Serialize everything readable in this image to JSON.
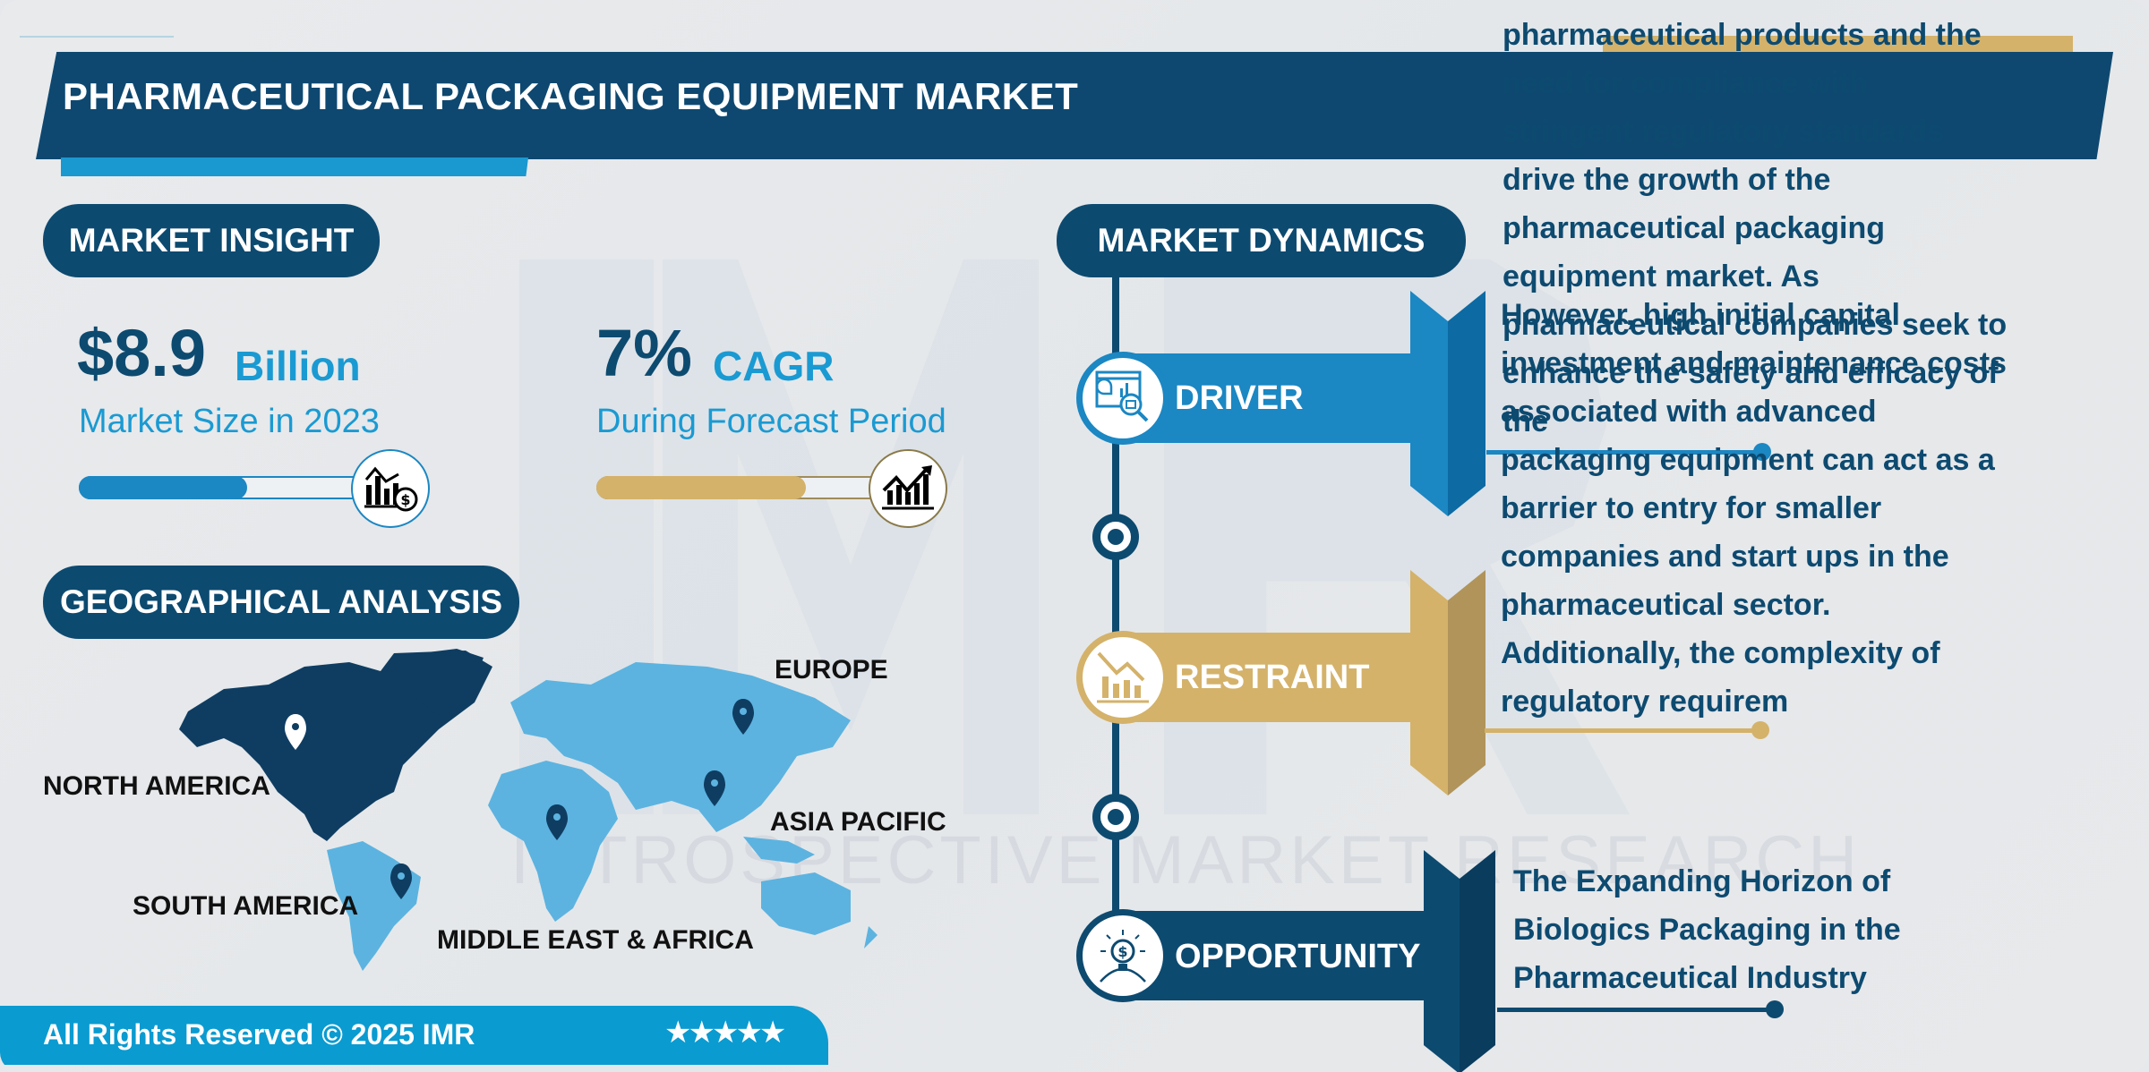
{
  "header": {
    "title": "PHARMACEUTICAL PACKAGING EQUIPMENT MARKET"
  },
  "market_insight": {
    "section_title": "MARKET INSIGHT",
    "market_size": {
      "value": "$8.9",
      "unit": "Billion",
      "label": "Market Size in 2023",
      "progress_pct": 45,
      "icon": "chart-dollar-icon"
    },
    "cagr": {
      "value": "7%",
      "unit": "CAGR",
      "label": "During Forecast Period",
      "progress_pct": 60,
      "icon": "growth-chart-icon"
    }
  },
  "geographical_analysis": {
    "section_title": "GEOGRAPHICAL ANALYSIS",
    "regions": [
      {
        "name": "NORTH AMERICA",
        "highlighted": true
      },
      {
        "name": "EUROPE",
        "highlighted": false
      },
      {
        "name": "ASIA PACIFIC",
        "highlighted": false
      },
      {
        "name": "SOUTH AMERICA",
        "highlighted": false
      },
      {
        "name": "MIDDLE EAST & AFRICA",
        "highlighted": false
      }
    ]
  },
  "market_dynamics": {
    "section_title": "MARKET DYNAMICS",
    "items": [
      {
        "label": "DRIVER",
        "icon": "analytics-magnifier-icon",
        "color": "#1b87c3",
        "text_lines": [
          "pharmaceutical products and the",
          "need for compliance with",
          "stringent regulatory standards",
          "drive the growth of the",
          "pharmaceutical packaging",
          "equipment market. As",
          "pharmaceutical companies seek to",
          "enhance the safety and efficacy of",
          "the"
        ]
      },
      {
        "label": "RESTRAINT",
        "icon": "declining-chart-icon",
        "color": "#d4b26a",
        "text_lines": [
          "However, high initial capital",
          "investment and maintenance costs",
          "associated with advanced",
          "packaging equipment can act as a",
          "barrier to entry for smaller",
          "companies and start ups in the",
          "pharmaceutical sector.",
          "Additionally, the complexity of",
          "regulatory requirem"
        ]
      },
      {
        "label": "OPPORTUNITY",
        "icon": "idea-bulb-dollar-icon",
        "color": "#0d4a70",
        "text_lines": [
          "The Expanding Horizon of",
          "Biologics Packaging in the",
          "Pharmaceutical Industry"
        ]
      }
    ]
  },
  "watermark": {
    "text": "INTROSPECTIVE MARKET RESEARCH"
  },
  "footer": {
    "copyright": "All Rights Reserved © 2025 IMR",
    "rating": "★★★★★"
  },
  "colors": {
    "navy": "#0d4a70",
    "sky": "#1a9ad2",
    "gold": "#d4b26a",
    "map_light": "#5cb3e0",
    "map_dark": "#0f3d62",
    "background": "#e6e8eb"
  }
}
